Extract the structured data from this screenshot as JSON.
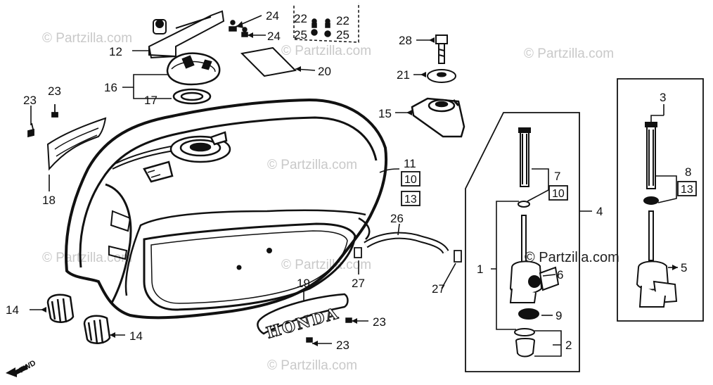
{
  "watermarks": [
    "© Partzilla.com",
    "© Partzilla.com",
    "© Partzilla.com",
    "© Partzilla.com",
    "© Partzilla.com",
    "© Partzilla.com",
    "© Partzilla.com"
  ],
  "watermark_strong": "© Partzilla.com",
  "callouts": {
    "p1": "1",
    "p2": "2",
    "p3": "3",
    "p4": "4",
    "p5": "5",
    "p6": "6",
    "p7": "7",
    "p8": "8",
    "p9": "9",
    "p11": "11",
    "p12": "12",
    "p14a": "14",
    "p14b": "14",
    "p15": "15",
    "p16": "16",
    "p17": "17",
    "p18": "18",
    "p19": "19",
    "p20": "20",
    "p21": "21",
    "p22a": "22",
    "p22b": "22",
    "p23a": "23",
    "p23b": "23",
    "p23c": "23",
    "p23d": "23",
    "p24a": "24",
    "p24b": "24",
    "p25a": "25",
    "p25b": "25",
    "p26": "26",
    "p27a": "27",
    "p27b": "27",
    "p28": "28"
  },
  "boxed_refs": {
    "b10a": "10",
    "b13a": "13",
    "b10b": "10",
    "b13b": "13"
  },
  "emblem_text": "HONDA",
  "direction_label": "FWD"
}
